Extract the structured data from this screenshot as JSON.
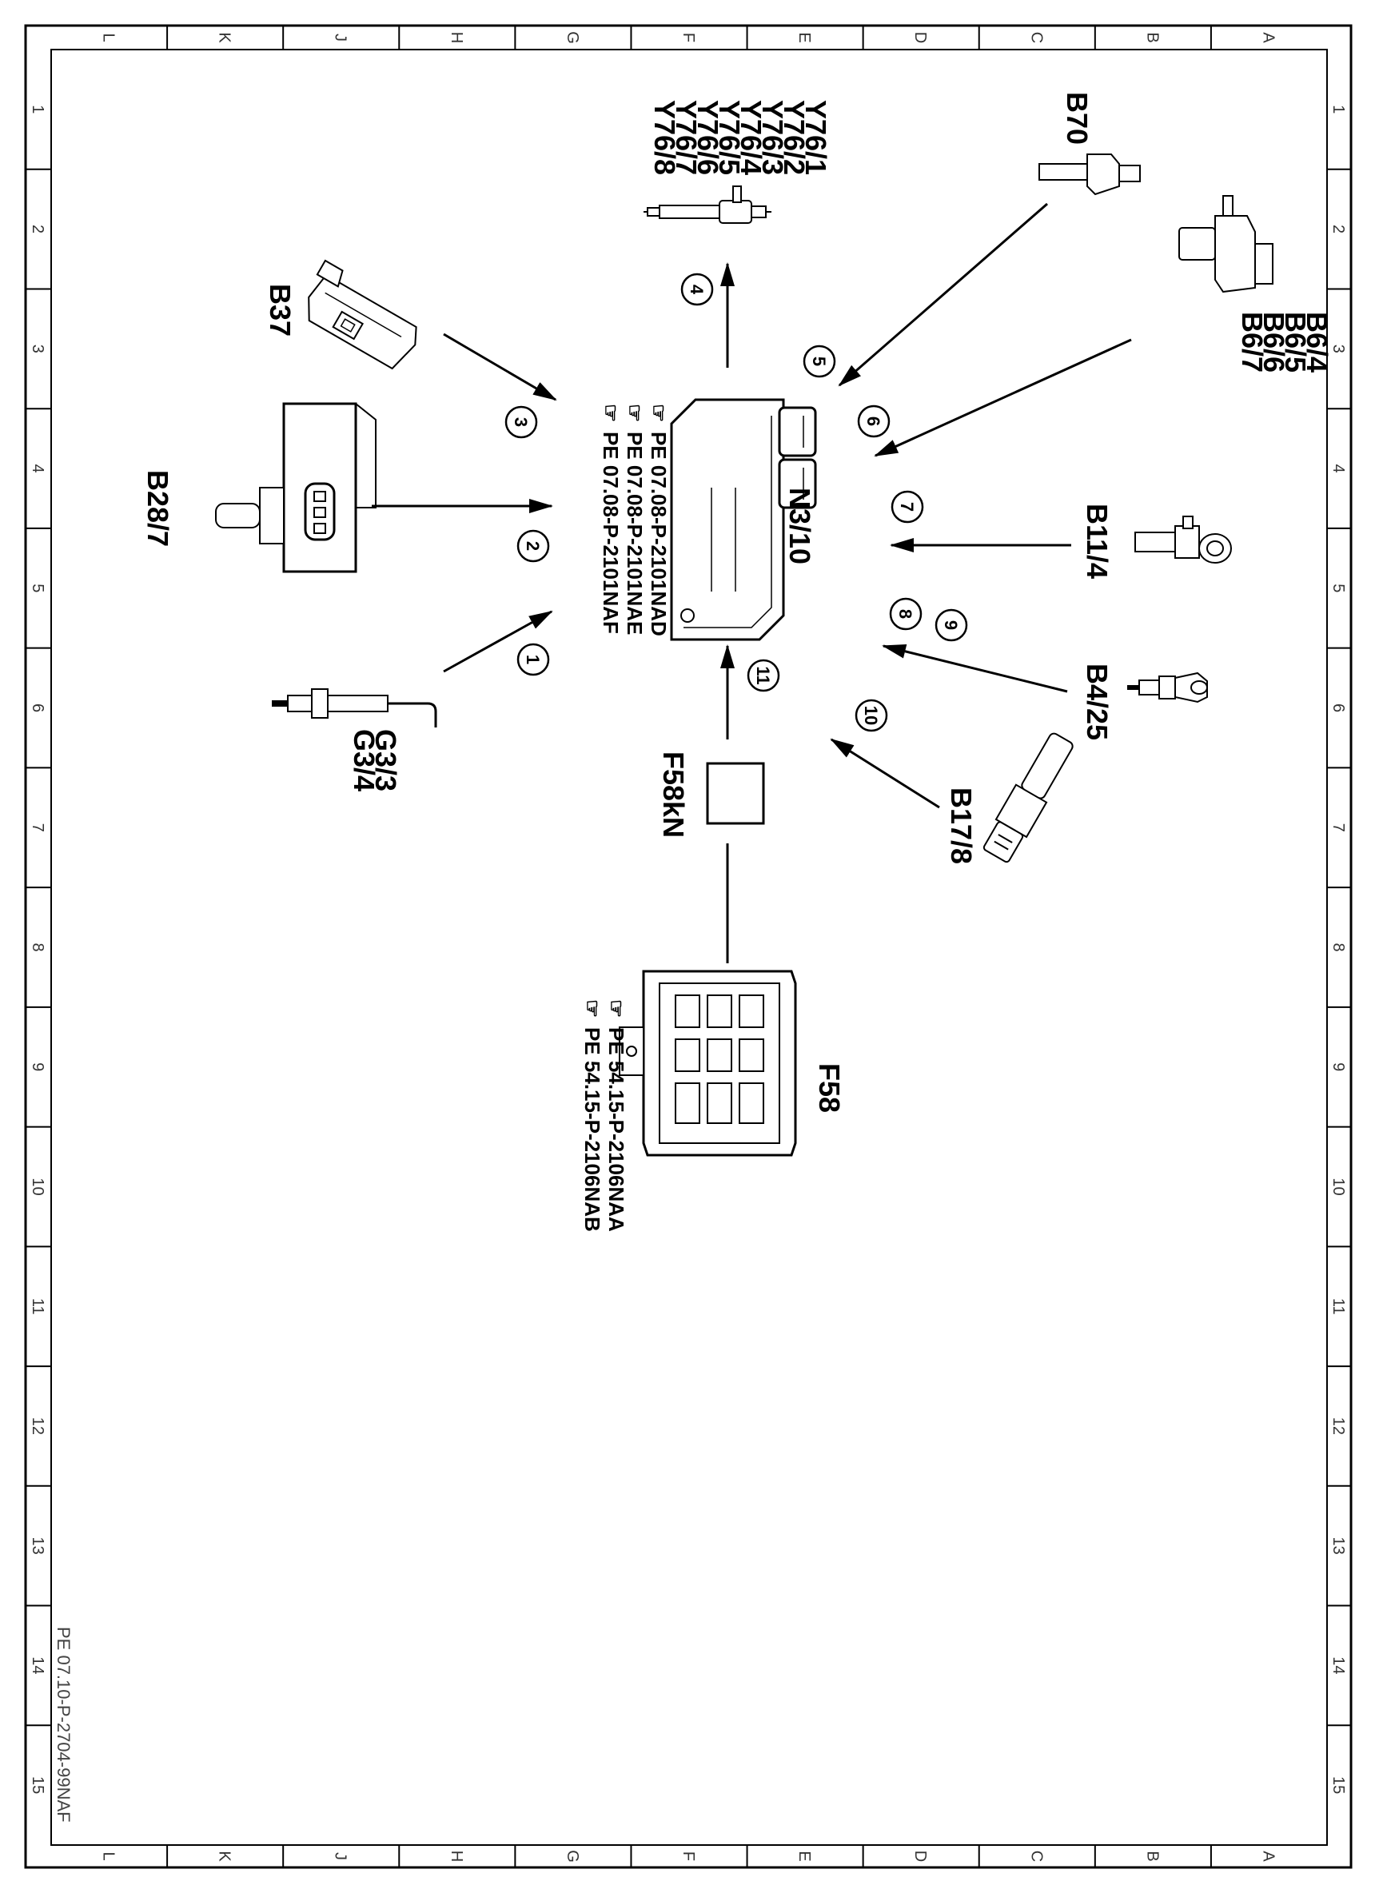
{
  "diagram": {
    "border_columns": [
      "L",
      "K",
      "J",
      "H",
      "G",
      "F",
      "E",
      "D",
      "C",
      "B",
      "A"
    ],
    "border_rows": [
      "1",
      "2",
      "3",
      "4",
      "5",
      "6",
      "7",
      "8",
      "9",
      "10",
      "11",
      "12",
      "13",
      "14",
      "15"
    ],
    "control_unit": {
      "label": "N3/10",
      "references": [
        "PE  07.08-P-2101NAD",
        "PE  07.08-P-2101NAE",
        "PE  07.08-P-2101NAF"
      ]
    },
    "fuse_box": {
      "label": "F58",
      "references": [
        "PE  54.15-P-2106NAA",
        "PE  54.15-P-2106NAB"
      ]
    },
    "relay": {
      "label": "F58kN"
    },
    "injectors": {
      "labels": [
        "Y76/1",
        "Y76/2",
        "Y76/3",
        "Y76/4",
        "Y76/5",
        "Y76/6",
        "Y76/7",
        "Y76/8"
      ]
    },
    "components": {
      "b70": "B70",
      "b6": [
        "B6/4",
        "B6/5",
        "B6/6",
        "B6/7"
      ],
      "b11_4": "B11/4",
      "b4_25": "B4/25",
      "b17_8": "B17/8",
      "b37": "B37",
      "b28_7": "B28/7",
      "g3": [
        "G3/3",
        "G3/4"
      ]
    },
    "callouts": [
      "1",
      "2",
      "3",
      "4",
      "5",
      "6",
      "7",
      "8",
      "9",
      "10",
      "11"
    ],
    "footer_reference": "PE 07.10-P-2704-99NAF"
  }
}
